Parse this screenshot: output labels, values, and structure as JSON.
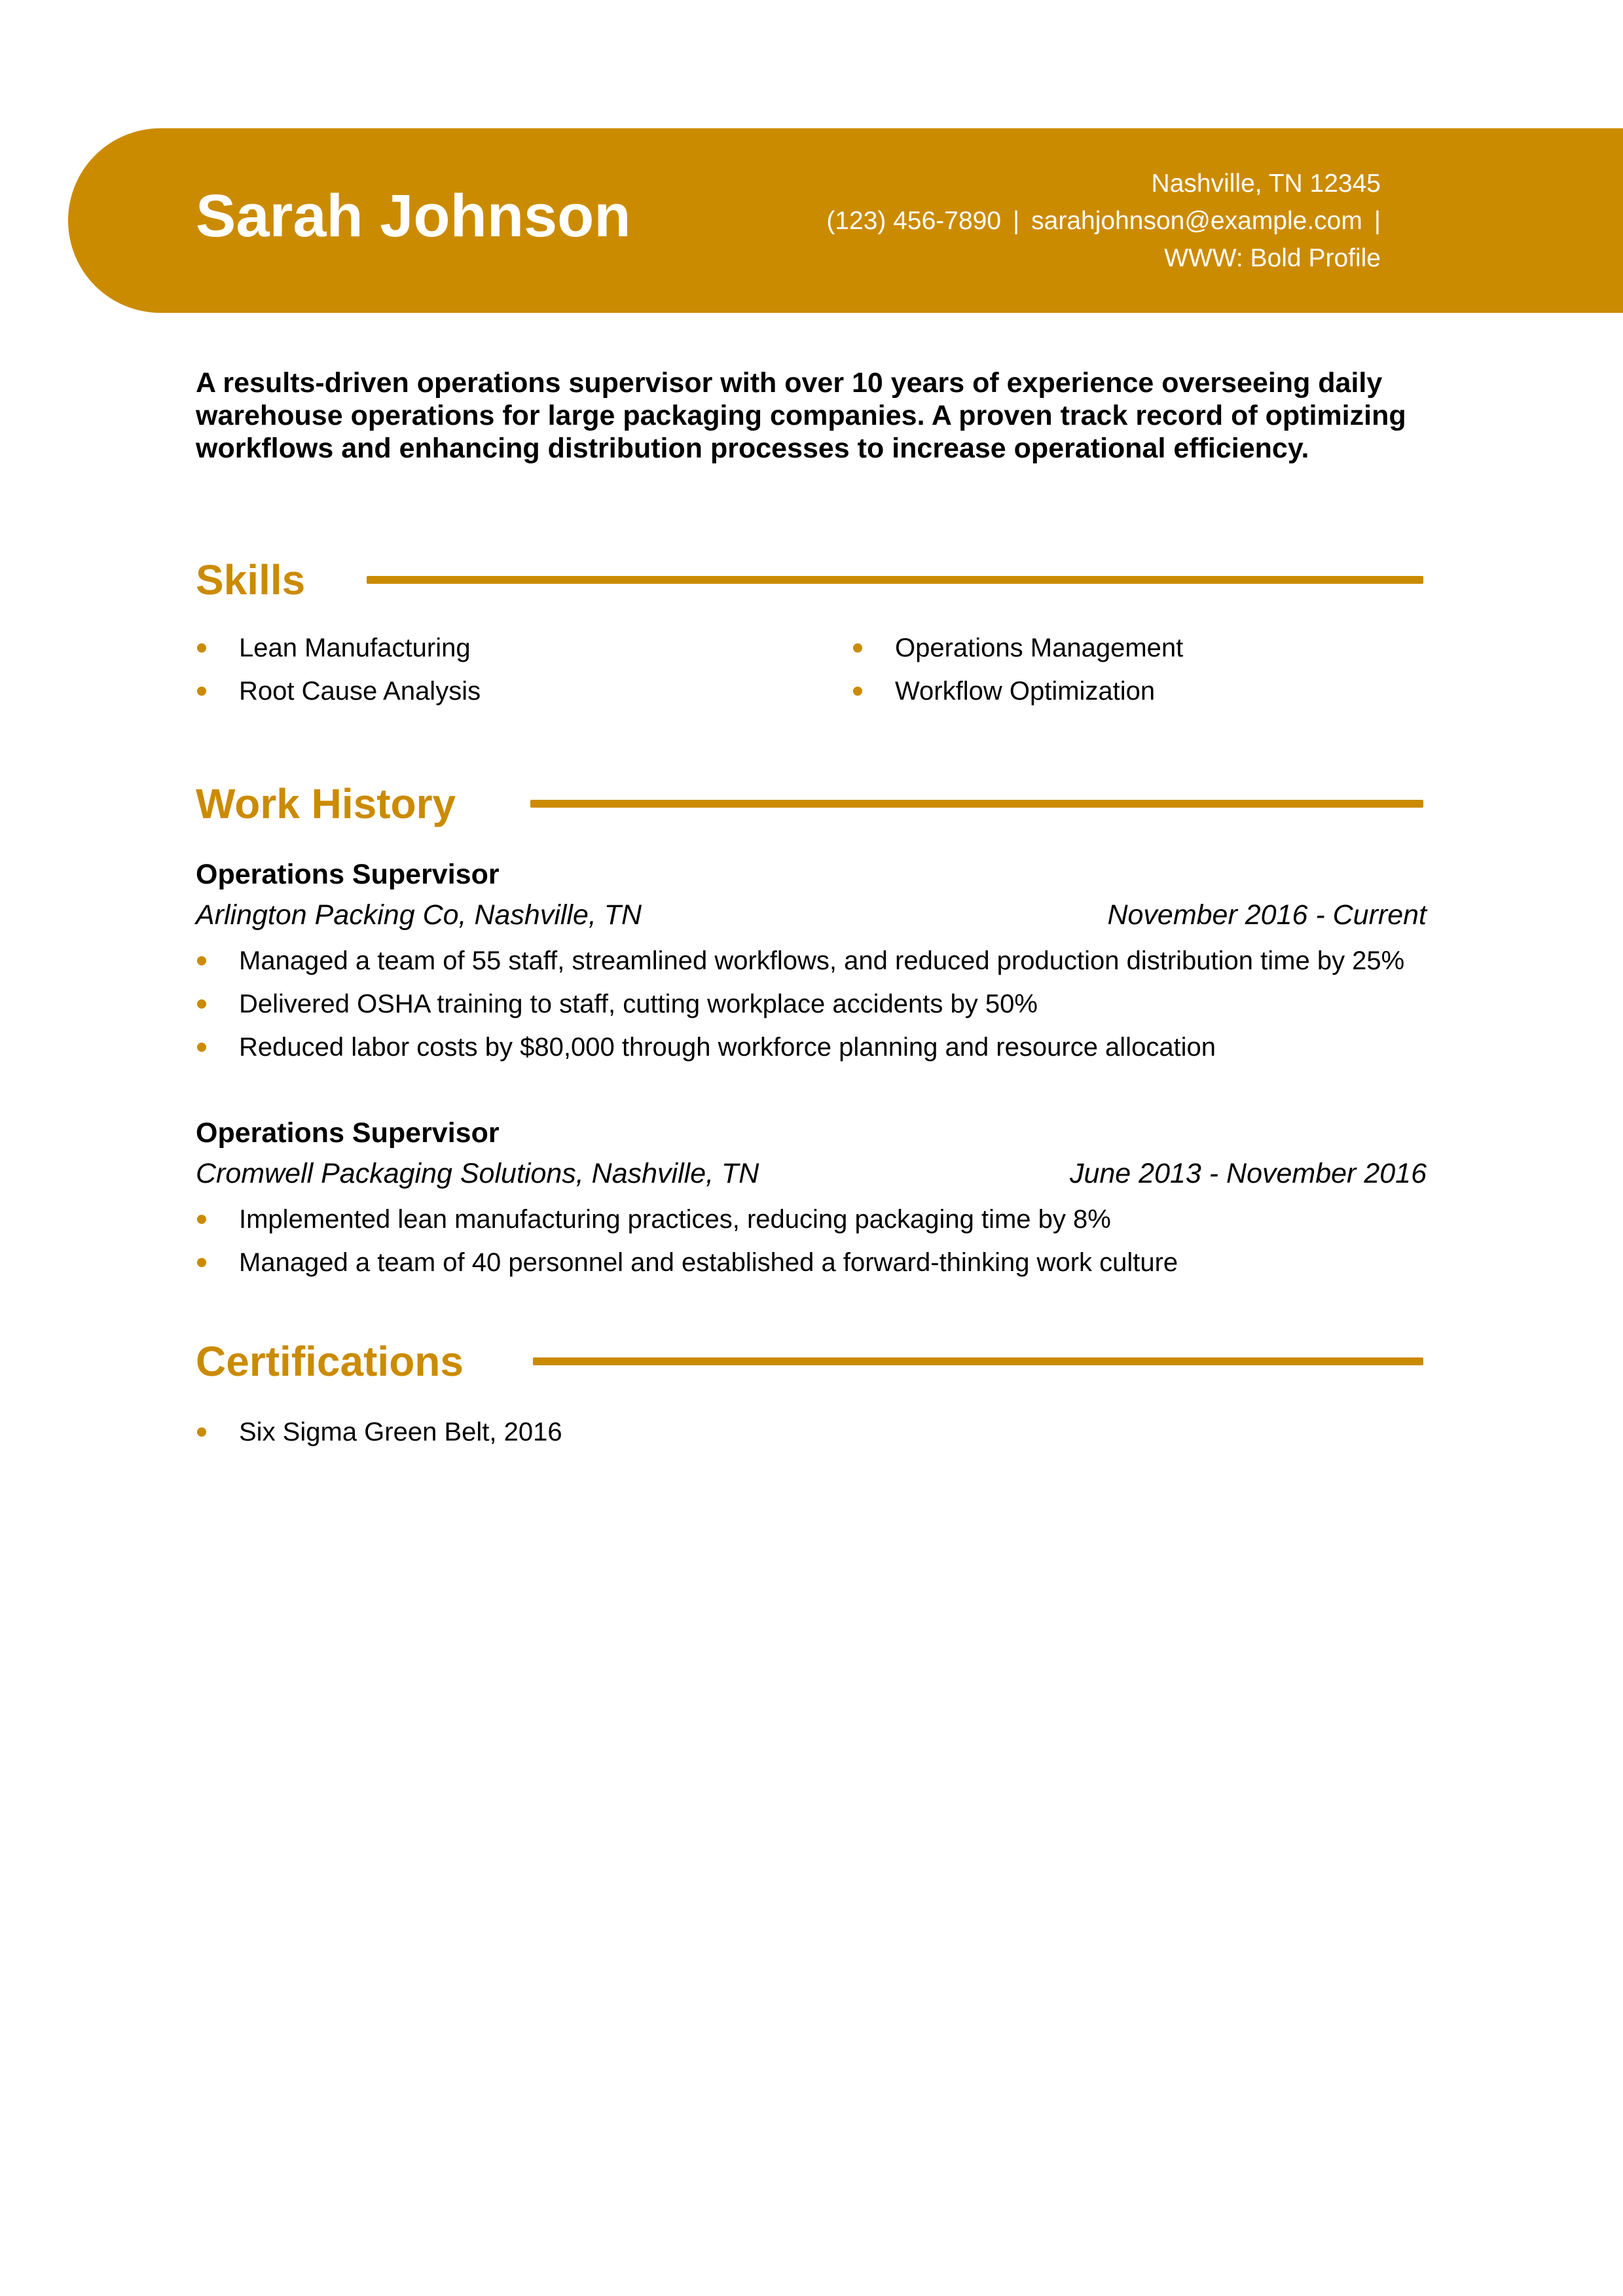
{
  "header": {
    "name": "Sarah Johnson",
    "address": "Nashville, TN 12345",
    "phone": "(123) 456-7890",
    "separator": "|",
    "email": "sarahjohnson@example.com",
    "website": "WWW: Bold Profile"
  },
  "summary": "A results-driven operations supervisor with over 10 years of experience overseeing daily warehouse operations for large packaging companies. A proven track record of optimizing workflows and enhancing distribution processes to increase operational efficiency.",
  "skills": {
    "title": "Skills",
    "left": [
      "Lean Manufacturing",
      "Root Cause Analysis"
    ],
    "right": [
      "Operations Management",
      "Workflow Optimization"
    ]
  },
  "work_history": {
    "title": "Work History",
    "jobs": [
      {
        "title": "Operations Supervisor",
        "company": "Arlington Packing Co, Nashville, TN",
        "dates": "November 2016 - Current",
        "bullets": [
          "Managed a team of 55 staff, streamlined workflows, and reduced production distribution time by 25%",
          "Delivered OSHA training to staff, cutting workplace accidents by 50%",
          "Reduced labor costs by $80,000 through workforce planning and resource allocation"
        ]
      },
      {
        "title": "Operations Supervisor",
        "company": "Cromwell Packaging Solutions, Nashville, TN",
        "dates": "June 2013 - November 2016",
        "bullets": [
          "Implemented lean manufacturing practices, reducing packaging time by 8%",
          "Managed a team of 40 personnel and established a forward-thinking work culture"
        ]
      }
    ]
  },
  "certifications": {
    "title": "Certifications",
    "items": [
      "Six Sigma Green Belt, 2016"
    ]
  },
  "colors": {
    "accent": "#CB8B00",
    "text": "#000000",
    "header_text": "#FFFFFF"
  }
}
